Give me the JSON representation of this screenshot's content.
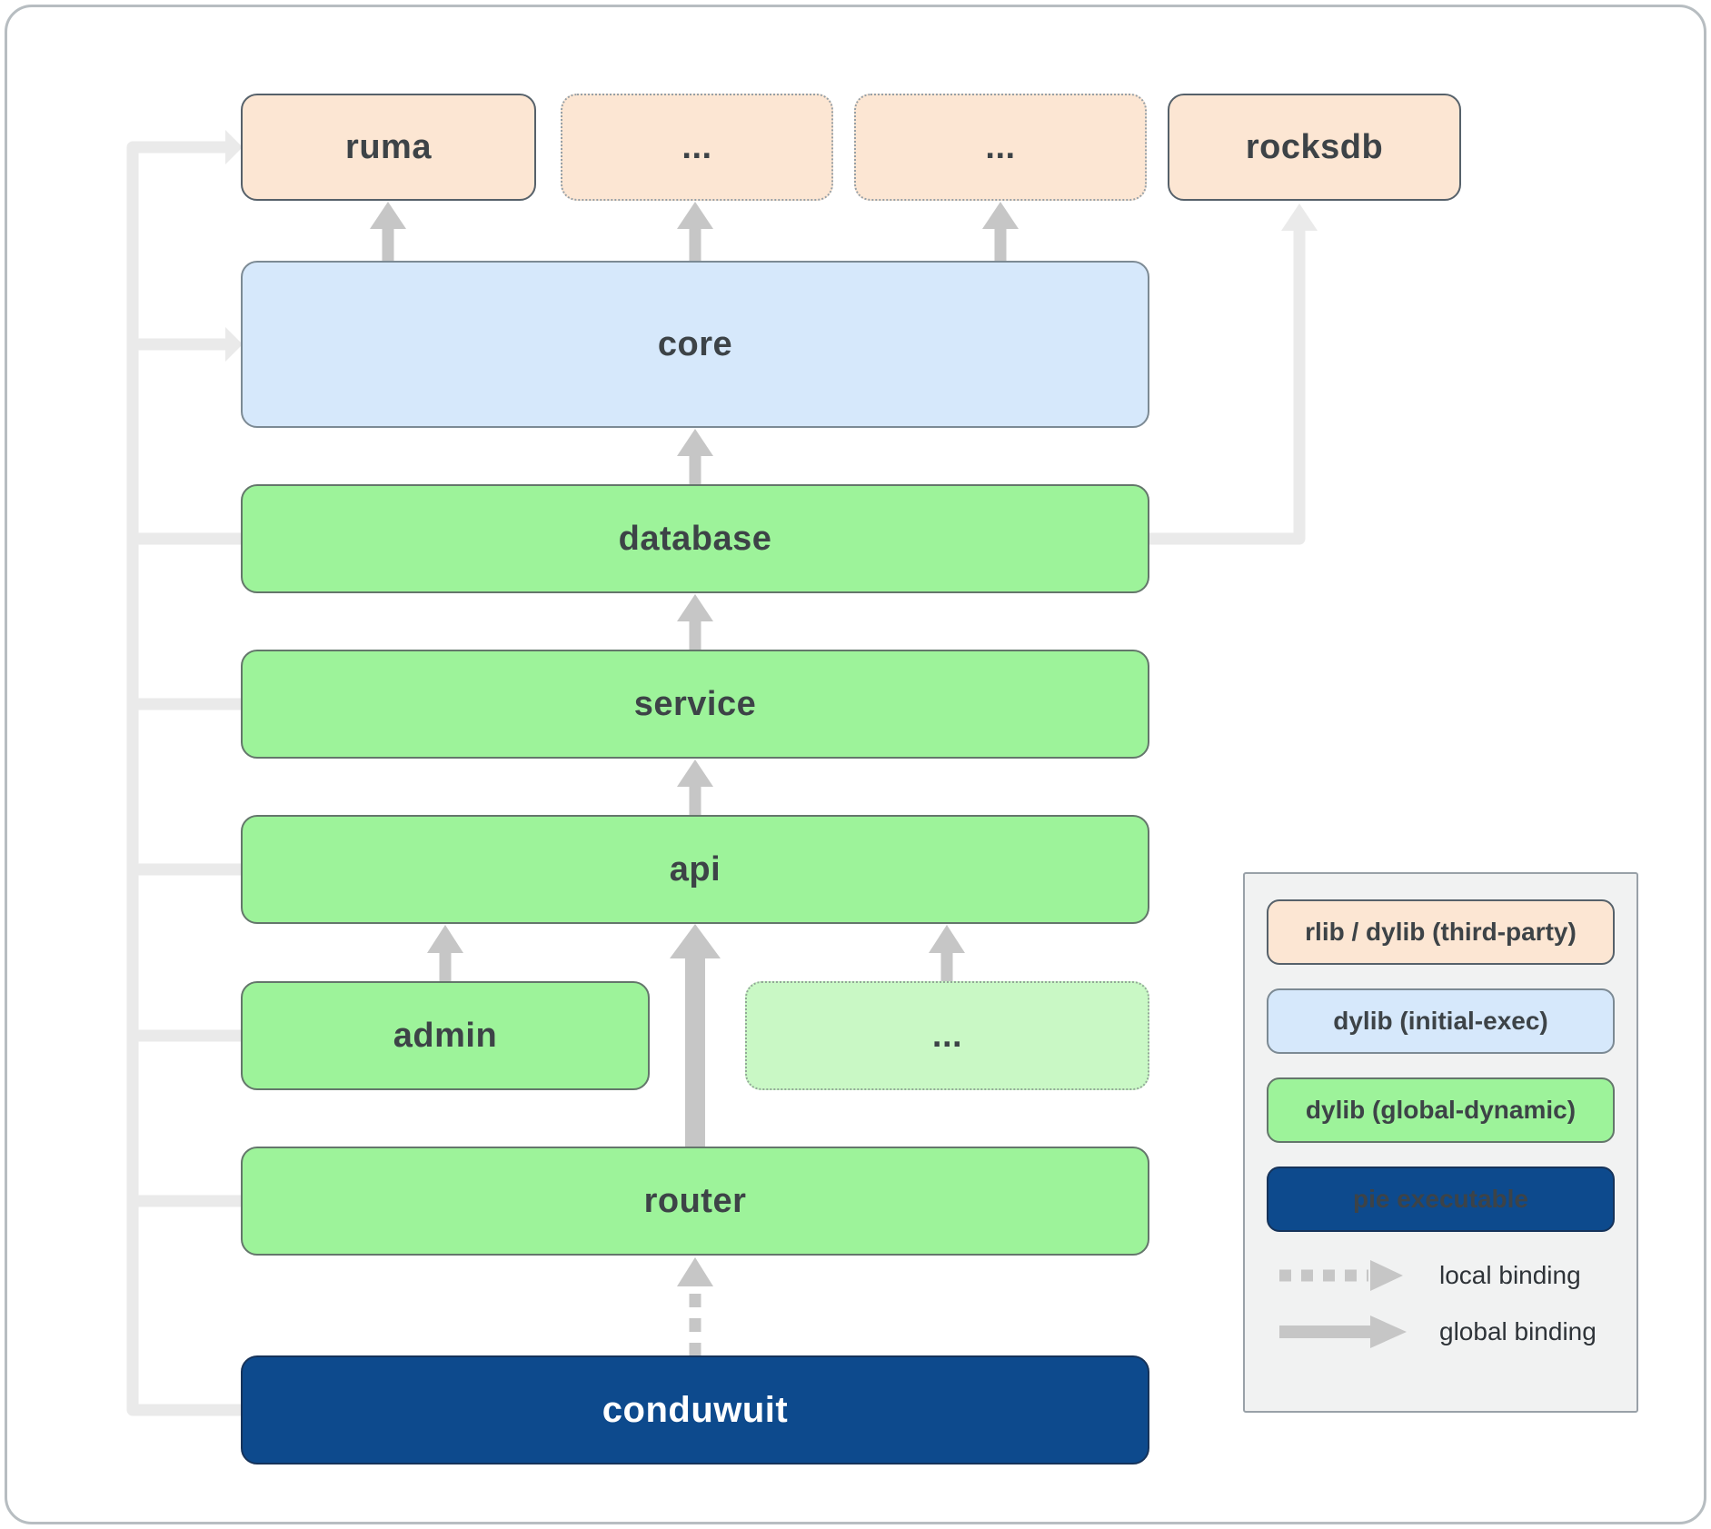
{
  "nodes": {
    "ruma": {
      "label": "ruma",
      "type": "rlib / dylib (third-party)"
    },
    "more1": {
      "label": "...",
      "type": "rlib / dylib (third-party)"
    },
    "more2": {
      "label": "...",
      "type": "rlib / dylib (third-party)"
    },
    "rocksdb": {
      "label": "rocksdb",
      "type": "rlib / dylib (third-party)"
    },
    "core": {
      "label": "core",
      "type": "dylib (initial-exec)"
    },
    "database": {
      "label": "database",
      "type": "dylib (global-dynamic)"
    },
    "service": {
      "label": "service",
      "type": "dylib (global-dynamic)"
    },
    "api": {
      "label": "api",
      "type": "dylib (global-dynamic)"
    },
    "admin": {
      "label": "admin",
      "type": "dylib (global-dynamic)"
    },
    "more3": {
      "label": "...",
      "type": "dylib (global-dynamic)"
    },
    "router": {
      "label": "router",
      "type": "dylib (global-dynamic)"
    },
    "conduwuit": {
      "label": "conduwuit",
      "type": "pie executable"
    }
  },
  "edges": [
    {
      "from": "core",
      "to": "ruma",
      "binding": "global"
    },
    {
      "from": "core",
      "to": "more1",
      "binding": "global"
    },
    {
      "from": "core",
      "to": "more2",
      "binding": "global"
    },
    {
      "from": "database",
      "to": "core",
      "binding": "global"
    },
    {
      "from": "database",
      "to": "rocksdb",
      "binding": "global"
    },
    {
      "from": "service",
      "to": "database",
      "binding": "global"
    },
    {
      "from": "api",
      "to": "service",
      "binding": "global"
    },
    {
      "from": "admin",
      "to": "api",
      "binding": "global"
    },
    {
      "from": "more3",
      "to": "api",
      "binding": "global"
    },
    {
      "from": "router",
      "to": "api",
      "binding": "global"
    },
    {
      "from": "conduwuit",
      "to": "router",
      "binding": "local"
    },
    {
      "from": "conduwuit",
      "to": "ruma",
      "binding": "global"
    },
    {
      "from": "conduwuit",
      "to": "core",
      "binding": "global"
    },
    {
      "from": "conduwuit",
      "to": "database",
      "binding": "global"
    },
    {
      "from": "conduwuit",
      "to": "service",
      "binding": "global"
    },
    {
      "from": "conduwuit",
      "to": "api",
      "binding": "global"
    },
    {
      "from": "conduwuit",
      "to": "admin",
      "binding": "global"
    },
    {
      "from": "conduwuit",
      "to": "router",
      "binding": "global"
    }
  ],
  "legend": {
    "items": [
      {
        "label": "rlib / dylib (third-party)"
      },
      {
        "label": "dylib (initial-exec)"
      },
      {
        "label": "dylib (global-dynamic)"
      },
      {
        "label": "pie executable"
      }
    ],
    "local_binding": "local binding",
    "global_binding": "global binding"
  },
  "colors": {
    "third_party_fill": "#fce6d3",
    "initial_exec_fill": "#d6e8fb",
    "global_dynamic_fill": "#9df39a",
    "global_dynamic_faded_fill": "#c9f8c5",
    "pie_executable_fill": "#0d4a8d",
    "arrow": "#c6c6c6",
    "arrow_faded": "#eaeaea"
  }
}
